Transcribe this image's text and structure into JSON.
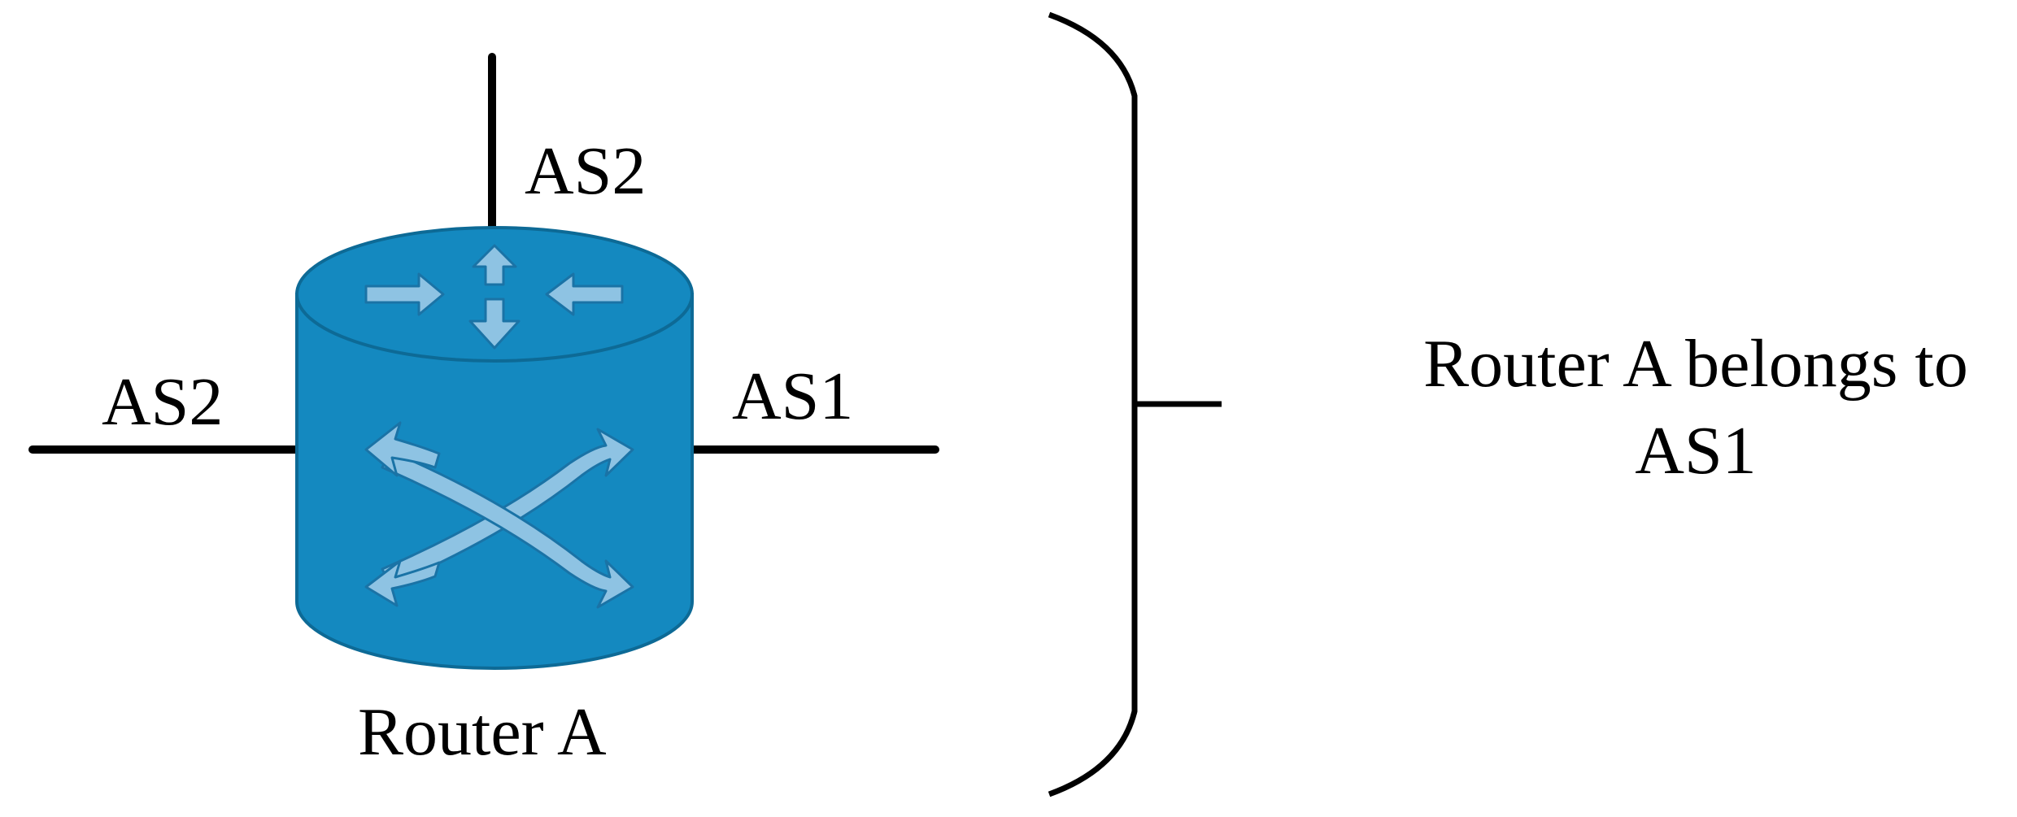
{
  "diagram": {
    "router": {
      "name": "Router A",
      "body_color": "#1489c0",
      "outline_color": "#0d6a96",
      "arrow_color": "#8ec3e3",
      "arrow_outline": "#1a73a6",
      "icon": "router-icon"
    },
    "links": {
      "top": {
        "label": "AS2"
      },
      "left": {
        "label": "AS2"
      },
      "right": {
        "label": "AS1"
      }
    },
    "brace": {
      "icon": "right-brace"
    },
    "conclusion": {
      "line1": "Router A belongs to",
      "line2": "AS1"
    }
  }
}
